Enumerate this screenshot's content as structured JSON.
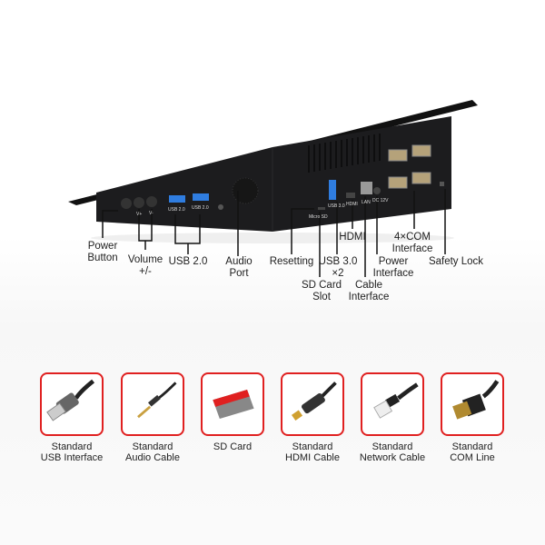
{
  "colors": {
    "accent": "#e02020",
    "device": "#1c1c1e",
    "port_blue": "#2f7de0"
  },
  "callouts": [
    {
      "id": "power-button",
      "text": "Power\nButton"
    },
    {
      "id": "volume",
      "text": "Volume\n+/-"
    },
    {
      "id": "usb2",
      "text": "USB 2.0"
    },
    {
      "id": "audio-port",
      "text": "Audio\nPort"
    },
    {
      "id": "resetting",
      "text": "Resetting"
    },
    {
      "id": "sd-slot",
      "text": "SD Card\nSlot"
    },
    {
      "id": "usb3",
      "text": "USB 3.0\n×2"
    },
    {
      "id": "hdmi",
      "text": "HDMI"
    },
    {
      "id": "cable-interface",
      "text": "Cable\nInterface"
    },
    {
      "id": "power-interface",
      "text": "Power\nInterface"
    },
    {
      "id": "com",
      "text": "4×COM\nInterface"
    },
    {
      "id": "safety-lock",
      "text": "Safety Lock"
    }
  ],
  "port_labels": {
    "usb2a": "USB 2.0",
    "usb2b": "USB 2.0",
    "vplus": "V+",
    "vminus": "V-",
    "usb3": "USB 3.0",
    "hdmi": "HDMI",
    "lan": "LAN",
    "dc": "DC 12V",
    "sd": "Micro SD"
  },
  "accessories": [
    {
      "icon": "usb-cable-icon",
      "text": "Standard\nUSB Interface"
    },
    {
      "icon": "audio-cable-icon",
      "text": "Standard\nAudio Cable"
    },
    {
      "icon": "sd-card-icon",
      "text": "SD Card"
    },
    {
      "icon": "hdmi-cable-icon",
      "text": "Standard\nHDMI Cable"
    },
    {
      "icon": "network-cable-icon",
      "text": "Standard\nNetwork Cable"
    },
    {
      "icon": "com-cable-icon",
      "text": "Standard\nCOM Line"
    }
  ]
}
